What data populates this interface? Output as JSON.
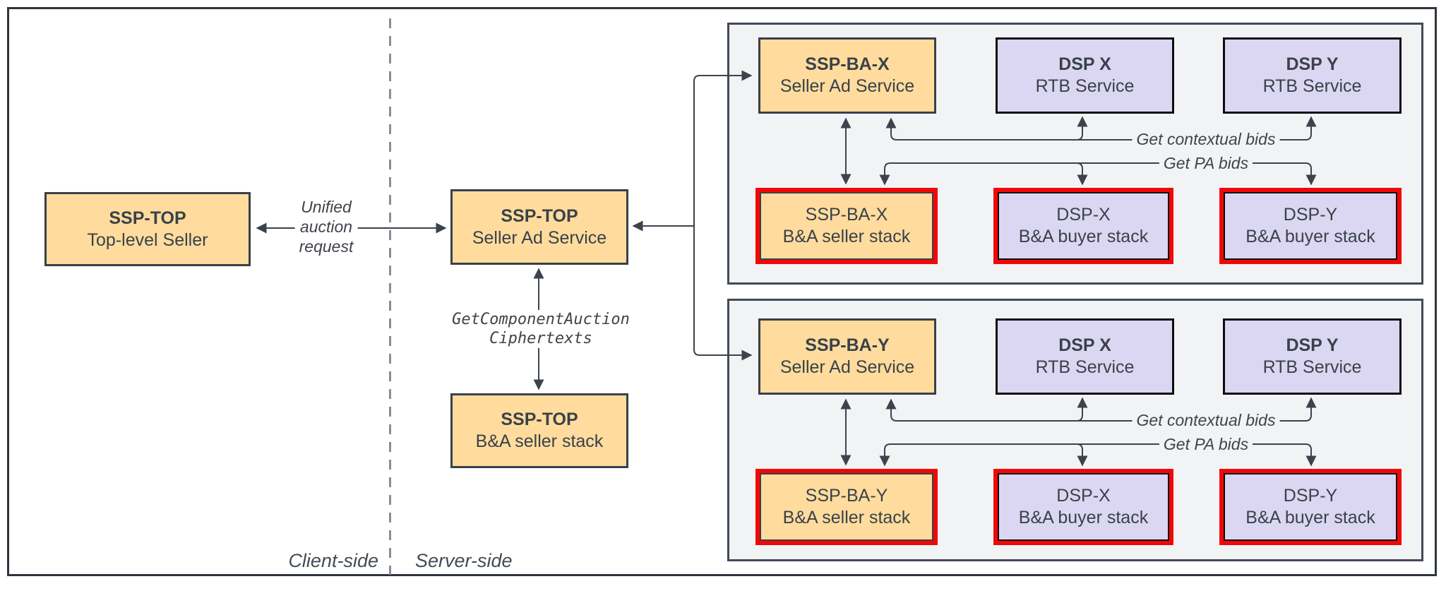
{
  "diagram": {
    "title_hint": "Bidding & Auction multi-seller architecture diagram",
    "divider": {
      "client_label": "Client-side",
      "server_label": "Server-side"
    },
    "left_box": {
      "title": "SSP-TOP",
      "subtitle": "Top-level Seller"
    },
    "unified_label": {
      "line1": "Unified",
      "line2": "auction",
      "line3": "request"
    },
    "middle": {
      "seller_ad_service": {
        "title": "SSP-TOP",
        "subtitle": "Seller Ad Service"
      },
      "rpc_label": {
        "line1": "GetComponentAuction",
        "line2": "Ciphertexts"
      },
      "ba_seller_stack": {
        "title": "SSP-TOP",
        "subtitle": "B&A seller stack"
      }
    },
    "panels": [
      {
        "seller": {
          "title": "SSP-BA-X",
          "subtitle": "Seller Ad Service"
        },
        "dsp_x": {
          "title": "DSP X",
          "subtitle": "RTB Service"
        },
        "dsp_y": {
          "title": "DSP Y",
          "subtitle": "RTB Service"
        },
        "seller_stack": {
          "title": "SSP-BA-X",
          "subtitle": "B&A seller stack"
        },
        "buyer_x": {
          "title": "DSP-X",
          "subtitle": "B&A buyer stack"
        },
        "buyer_y": {
          "title": "DSP-Y",
          "subtitle": "B&A buyer stack"
        },
        "contextual_label": "Get contextual bids",
        "pa_label": "Get PA bids"
      },
      {
        "seller": {
          "title": "SSP-BA-Y",
          "subtitle": "Seller Ad Service"
        },
        "dsp_x": {
          "title": "DSP X",
          "subtitle": "RTB Service"
        },
        "dsp_y": {
          "title": "DSP Y",
          "subtitle": "RTB Service"
        },
        "seller_stack": {
          "title": "SSP-BA-Y",
          "subtitle": "B&A seller stack"
        },
        "buyer_x": {
          "title": "DSP-X",
          "subtitle": "B&A buyer stack"
        },
        "buyer_y": {
          "title": "DSP-Y",
          "subtitle": "B&A buyer stack"
        },
        "contextual_label": "Get contextual bids",
        "pa_label": "Get PA bids"
      }
    ],
    "colors": {
      "seller_box_fill": "#ffdc9d",
      "dsp_box_fill": "#dbd7f2",
      "highlight_border": "#f20708",
      "panel_fill": "#f2f3f5",
      "connector": "#3d434c",
      "text": "#3a414a"
    }
  }
}
